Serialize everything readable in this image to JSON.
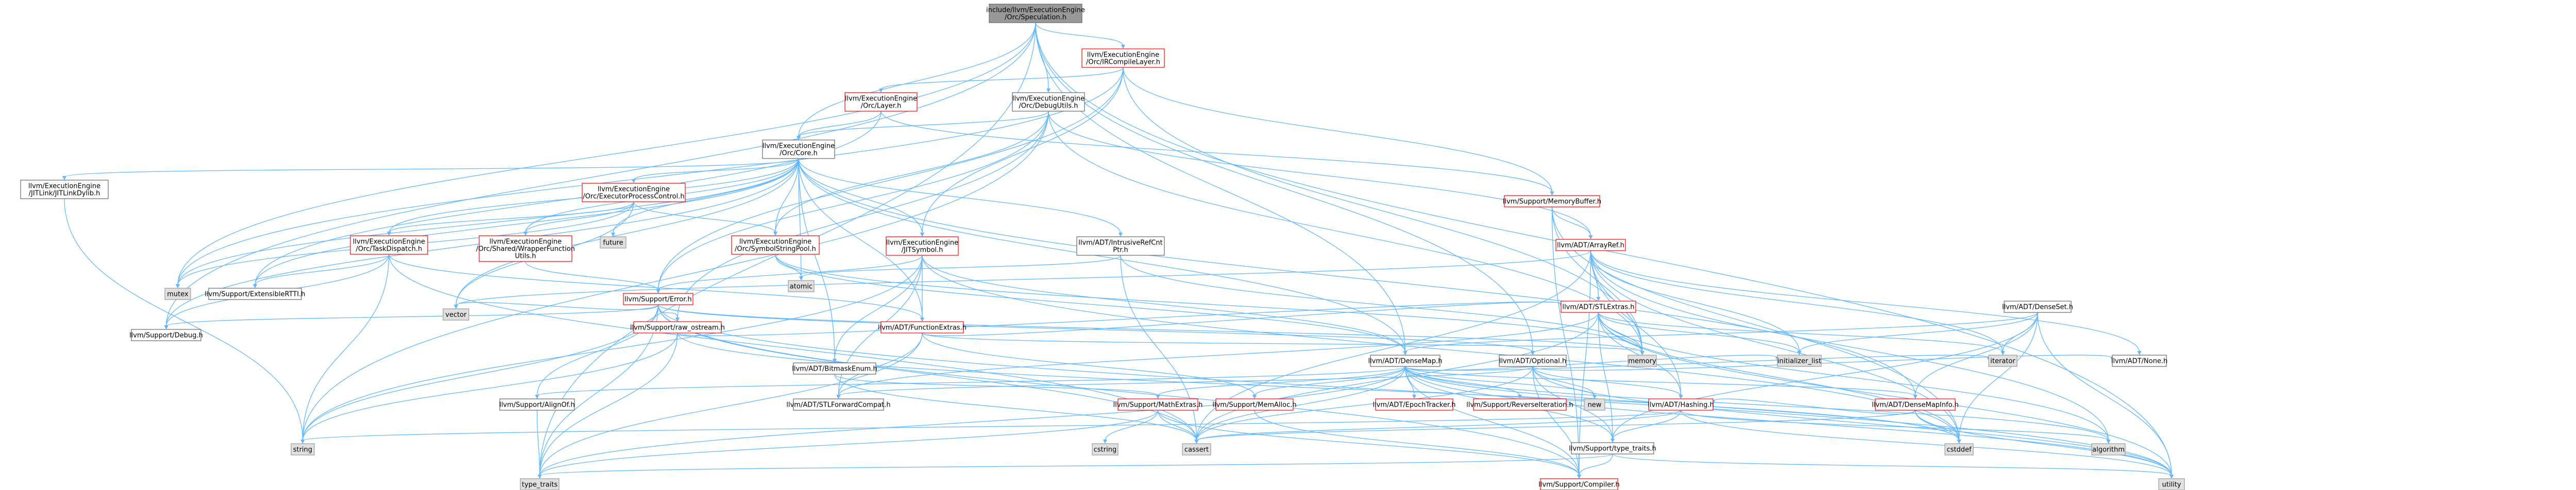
{
  "colors": {
    "root_fill": "#999999",
    "root_stroke": "#666666",
    "red": "#ff0000",
    "gray_stroke": "#999999",
    "gray_fill": "#e0e0e0",
    "white_stroke": "#666666",
    "edge": "#63b8ff"
  },
  "nodes": [
    {
      "id": "root",
      "lines": [
        "include/llvm/ExecutionEngine",
        "/Orc/Speculation.h"
      ],
      "style": "root"
    },
    {
      "id": "orc_ir",
      "lines": [
        "llvm/ExecutionEngine",
        "/Orc/IRCompileLayer.h"
      ],
      "style": "red"
    },
    {
      "id": "orc_layer",
      "lines": [
        "llvm/ExecutionEngine",
        "/Orc/Layer.h"
      ],
      "style": "red"
    },
    {
      "id": "orc_debug",
      "lines": [
        "llvm/ExecutionEngine",
        "/Orc/DebugUtils.h"
      ],
      "style": "white"
    },
    {
      "id": "orc_core",
      "lines": [
        "llvm/ExecutionEngine",
        "/Orc/Core.h"
      ],
      "style": "white"
    },
    {
      "id": "jitlink",
      "lines": [
        "llvm/ExecutionEngine",
        "/JITLink/JITLinkDylib.h"
      ],
      "style": "white"
    },
    {
      "id": "epc",
      "lines": [
        "llvm/ExecutionEngine",
        "/Orc/ExecutorProcessControl.h"
      ],
      "style": "red"
    },
    {
      "id": "taskdisp",
      "lines": [
        "llvm/ExecutionEngine",
        "/Orc/TaskDispatch.h"
      ],
      "style": "red"
    },
    {
      "id": "wrapper",
      "lines": [
        "llvm/ExecutionEngine",
        "/Orc/Shared/WrapperFunction",
        "Utils.h"
      ],
      "style": "red"
    },
    {
      "id": "strpool",
      "lines": [
        "llvm/ExecutionEngine",
        "/Orc/SymbolStringPool.h"
      ],
      "style": "red"
    },
    {
      "id": "jitsym",
      "lines": [
        "llvm/ExecutionEngine",
        "/JITSymbol.h"
      ],
      "style": "red"
    },
    {
      "id": "intrusive",
      "lines": [
        "llvm/ADT/IntrusiveRefCnt",
        "Ptr.h"
      ],
      "style": "white"
    },
    {
      "id": "membuf",
      "lines": [
        "llvm/Support/MemoryBuffer.h"
      ],
      "style": "red"
    },
    {
      "id": "arrayref",
      "lines": [
        "llvm/ADT/ArrayRef.h"
      ],
      "style": "red"
    },
    {
      "id": "future",
      "lines": [
        "future"
      ],
      "style": "gray"
    },
    {
      "id": "atomic",
      "lines": [
        "atomic"
      ],
      "style": "gray"
    },
    {
      "id": "mutex",
      "lines": [
        "mutex"
      ],
      "style": "gray"
    },
    {
      "id": "extrtti",
      "lines": [
        "llvm/Support/ExtensibleRTTI.h"
      ],
      "style": "white"
    },
    {
      "id": "error",
      "lines": [
        "llvm/Support/Error.h"
      ],
      "style": "red"
    },
    {
      "id": "debug",
      "lines": [
        "llvm/Support/Debug.h"
      ],
      "style": "white"
    },
    {
      "id": "vector",
      "lines": [
        "vector"
      ],
      "style": "gray"
    },
    {
      "id": "rawos",
      "lines": [
        "llvm/Support/raw_ostream.h"
      ],
      "style": "red"
    },
    {
      "id": "funcextras",
      "lines": [
        "llvm/ADT/FunctionExtras.h"
      ],
      "style": "red"
    },
    {
      "id": "bitmask",
      "lines": [
        "llvm/ADT/BitmaskEnum.h"
      ],
      "style": "white"
    },
    {
      "id": "stlextras",
      "lines": [
        "llvm/ADT/STLExtras.h"
      ],
      "style": "red"
    },
    {
      "id": "denseset",
      "lines": [
        "llvm/ADT/DenseSet.h"
      ],
      "style": "white"
    },
    {
      "id": "densemap",
      "lines": [
        "llvm/ADT/DenseMap.h"
      ],
      "style": "white"
    },
    {
      "id": "optional",
      "lines": [
        "llvm/ADT/Optional.h"
      ],
      "style": "white"
    },
    {
      "id": "memory",
      "lines": [
        "memory"
      ],
      "style": "gray"
    },
    {
      "id": "alignof",
      "lines": [
        "llvm/Support/AlignOf.h"
      ],
      "style": "white"
    },
    {
      "id": "stlfwd",
      "lines": [
        "llvm/ADT/STLForwardCompat.h"
      ],
      "style": "white"
    },
    {
      "id": "mathextras",
      "lines": [
        "llvm/Support/MathExtras.h"
      ],
      "style": "red"
    },
    {
      "id": "memalloc",
      "lines": [
        "llvm/Support/MemAlloc.h"
      ],
      "style": "red"
    },
    {
      "id": "epoch",
      "lines": [
        "llvm/ADT/EpochTracker.h"
      ],
      "style": "red"
    },
    {
      "id": "reverseit",
      "lines": [
        "llvm/Support/ReverseIteration.h"
      ],
      "style": "red"
    },
    {
      "id": "new",
      "lines": [
        "new"
      ],
      "style": "gray"
    },
    {
      "id": "hashing",
      "lines": [
        "llvm/ADT/Hashing.h"
      ],
      "style": "red"
    },
    {
      "id": "initlist",
      "lines": [
        "initializer_list"
      ],
      "style": "gray"
    },
    {
      "id": "iterator",
      "lines": [
        "iterator"
      ],
      "style": "gray"
    },
    {
      "id": "densemapinfo",
      "lines": [
        "llvm/ADT/DenseMapInfo.h"
      ],
      "style": "red"
    },
    {
      "id": "none",
      "lines": [
        "llvm/ADT/None.h"
      ],
      "style": "white"
    },
    {
      "id": "typetraits_llvm",
      "lines": [
        "llvm/Support/type_traits.h"
      ],
      "style": "white"
    },
    {
      "id": "compiler",
      "lines": [
        "llvm/Support/Compiler.h"
      ],
      "style": "red"
    },
    {
      "id": "string",
      "lines": [
        "string"
      ],
      "style": "gray"
    },
    {
      "id": "cstring",
      "lines": [
        "cstring"
      ],
      "style": "gray"
    },
    {
      "id": "cassert",
      "lines": [
        "cassert"
      ],
      "style": "gray"
    },
    {
      "id": "cstddef",
      "lines": [
        "cstddef"
      ],
      "style": "gray"
    },
    {
      "id": "algorithm",
      "lines": [
        "algorithm"
      ],
      "style": "gray"
    },
    {
      "id": "utility",
      "lines": [
        "utility"
      ],
      "style": "gray"
    },
    {
      "id": "typetraits",
      "lines": [
        "type_traits"
      ],
      "style": "gray"
    }
  ]
}
